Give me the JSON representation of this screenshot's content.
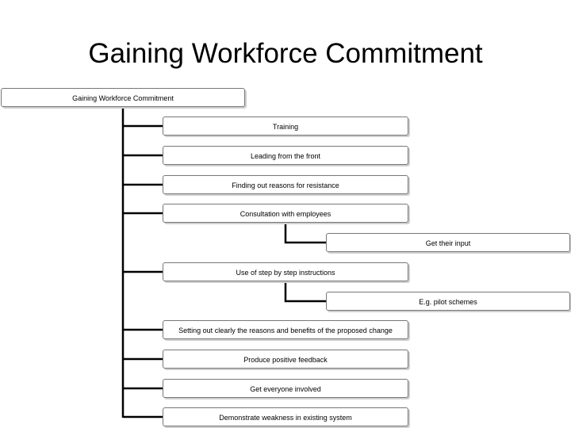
{
  "slide": {
    "title": "Gaining Workforce Commitment"
  },
  "tree": {
    "root": "Gaining Workforce Commitment",
    "children": [
      {
        "label": "Training"
      },
      {
        "label": "Leading from the front"
      },
      {
        "label": "Finding out reasons for resistance"
      },
      {
        "label": "Consultation with employees",
        "children": [
          {
            "label": "Get their input"
          }
        ]
      },
      {
        "label": "Use of step by step instructions",
        "children": [
          {
            "label": "E.g. pilot schemes"
          }
        ]
      },
      {
        "label": "Setting out clearly the reasons and benefits of the proposed change"
      },
      {
        "label": "Produce positive feedback"
      },
      {
        "label": "Get everyone involved"
      },
      {
        "label": "Demonstrate weakness in existing system"
      }
    ]
  },
  "colors": {
    "line": "#000000",
    "box_border": "#777777",
    "box_shadow": "#cfcfcf"
  }
}
